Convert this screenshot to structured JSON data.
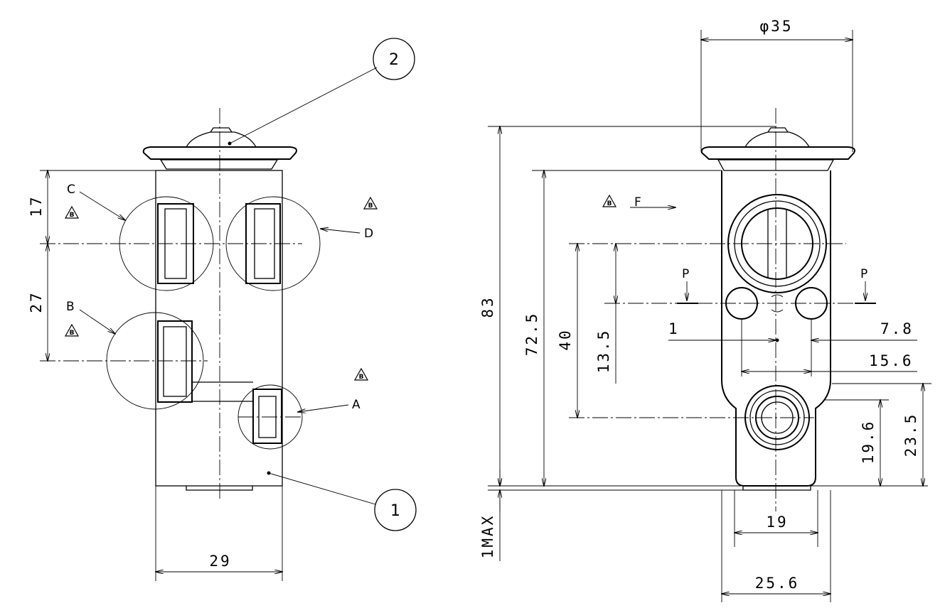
{
  "balloons": {
    "part_1": "1",
    "part_2": "2"
  },
  "views": {
    "left": {
      "width_label": "29",
      "pitch_top_label": "17",
      "pitch_mid_label": "27",
      "port_c": "C",
      "port_b": "B",
      "port_d": "D",
      "port_a": "A",
      "rev_mark": "B"
    },
    "right": {
      "diameter_label": "φ35",
      "height_total": "83",
      "height_body": "72.5",
      "dim_40": "40",
      "dim_13_5": "13.5",
      "dim_1": "1",
      "dim_7_8": "7.8",
      "dim_15_6": "15.6",
      "dim_19_6": "19.6",
      "dim_23_5": "23.5",
      "dim_19": "19",
      "dim_25_6": "25.6",
      "dim_1max": "1MAX",
      "flow_label": "F",
      "section_p_left": "P",
      "section_p_right": "P",
      "rev_mark": "B"
    }
  },
  "icons": [
    "arrowhead-icon",
    "revision-triangle-icon",
    "balloon-icon"
  ]
}
